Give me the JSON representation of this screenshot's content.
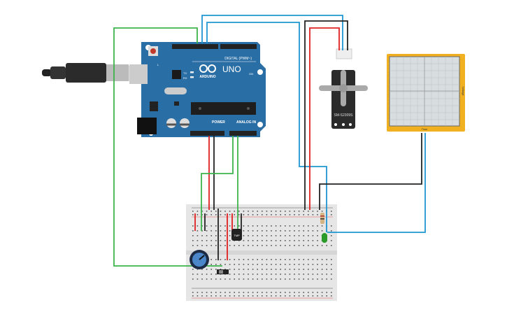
{
  "arduino": {
    "brand": "ARDUINO",
    "model": "UNO",
    "digital_label": "DIGITAL (PWM~)",
    "power_label": "POWER",
    "analog_label": "ANALOG IN",
    "led_l": "L",
    "led_tx": "TX",
    "led_rx": "RX",
    "on_label": "ON",
    "color": "#2a6ea6"
  },
  "servo": {
    "label": "SM-S2309S"
  },
  "oscilloscope": {
    "x_label": "Time",
    "y_label": "Voltage",
    "frame_color": "#f0b020"
  },
  "temp_sensor": {
    "label": "TMP"
  },
  "wire_colors": {
    "green": "#3cb44b",
    "blue": "#1e96d2",
    "red": "#e02020",
    "black": "#222222"
  }
}
